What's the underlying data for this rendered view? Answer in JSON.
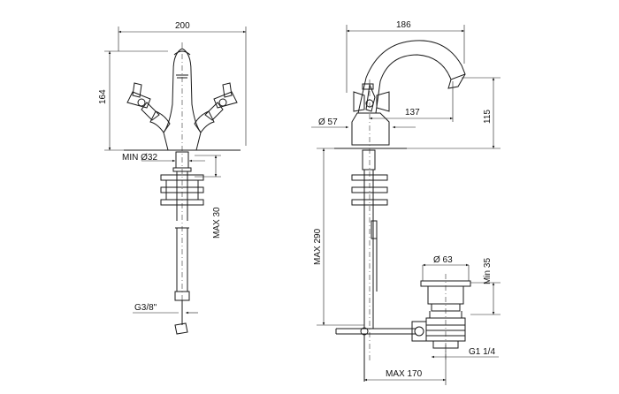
{
  "front_view": {
    "dim_width": "200",
    "dim_height": "164",
    "dim_hole": "MIN Ø32",
    "dim_thickness": "MAX 30",
    "dim_thread": "G3/8\""
  },
  "side_view": {
    "dim_width": "186",
    "dim_spout_reach": "137",
    "dim_height": "115",
    "dim_base_dia": "Ø 57",
    "dim_total_height": "MAX 290",
    "dim_rod_length": "MAX 170"
  },
  "waste_valve": {
    "dim_dia": "Ø 63",
    "dim_min_height": "Min 35",
    "dim_thread": "G1 1/4"
  }
}
